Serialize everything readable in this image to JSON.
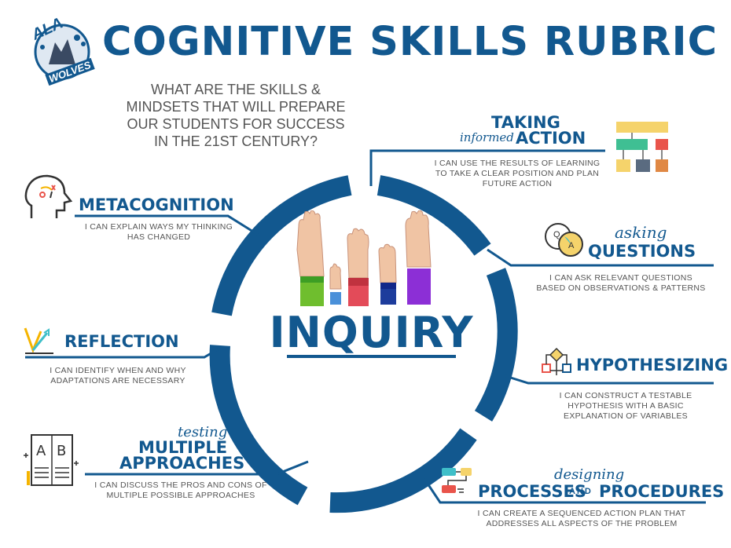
{
  "header": {
    "title": "COGNITIVE SKILLS RUBRIC",
    "question": "WHAT ARE THE SKILLS &\nMINDSETS THAT WILL PREPARE\nOUR STUDENTS FOR SUCCESS\nIN THE 21ST CENTURY?",
    "logo_top": "ALA",
    "logo_bottom": "WOLVES"
  },
  "center": {
    "label": "INQUIRY"
  },
  "skills": {
    "taking_action": {
      "script": "informed",
      "line1": "TAKING",
      "line2": "ACTION",
      "desc": "I CAN USE THE RESULTS OF LEARNING\nTO TAKE A CLEAR POSITION AND PLAN\nFUTURE ACTION"
    },
    "metacognition": {
      "title": "METACOGNITION",
      "desc": "I CAN EXPLAIN WAYS MY THINKING\nHAS CHANGED"
    },
    "asking_questions": {
      "script": "asking",
      "title": "QUESTIONS",
      "desc": "I CAN ASK RELEVANT QUESTIONS\nBASED ON OBSERVATIONS & PATTERNS"
    },
    "reflection": {
      "title": "REFLECTION",
      "desc": "I CAN IDENTIFY WHEN AND WHY\nADAPTATIONS ARE NECESSARY"
    },
    "hypothesizing": {
      "title": "HYPOTHESIZING",
      "desc": "I CAN CONSTRUCT A TESTABLE\nHYPOTHESIS WITH A BASIC\nEXPLANATION OF VARIABLES"
    },
    "multiple_approaches": {
      "script": "testing",
      "line1": "MULTIPLE",
      "line2": "APPROACHES",
      "desc": "I CAN DISCUSS THE PROS AND CONS OF\nMULTIPLE POSSIBLE APPROACHES"
    },
    "processes": {
      "script": "designing",
      "left": "PROCESSES",
      "and": "AND",
      "right": "PROCEDURES",
      "desc": "I CAN CREATE A SEQUENCED ACTION PLAN THAT\nADDRESSES ALL ASPECTS OF THE PROBLEM"
    }
  },
  "icons": {
    "ab_letters": [
      "A",
      "B"
    ],
    "qa_letters": [
      "Q",
      "A"
    ]
  },
  "colors": {
    "primary": "#12588f",
    "text_gray": "#555555",
    "hand_green": "#6fbe2e",
    "hand_blue": "#4a90d9",
    "hand_red": "#e34b59",
    "hand_navy": "#1d3c9c",
    "hand_purple": "#8c2fd6",
    "skin": "#f0c4a4"
  }
}
